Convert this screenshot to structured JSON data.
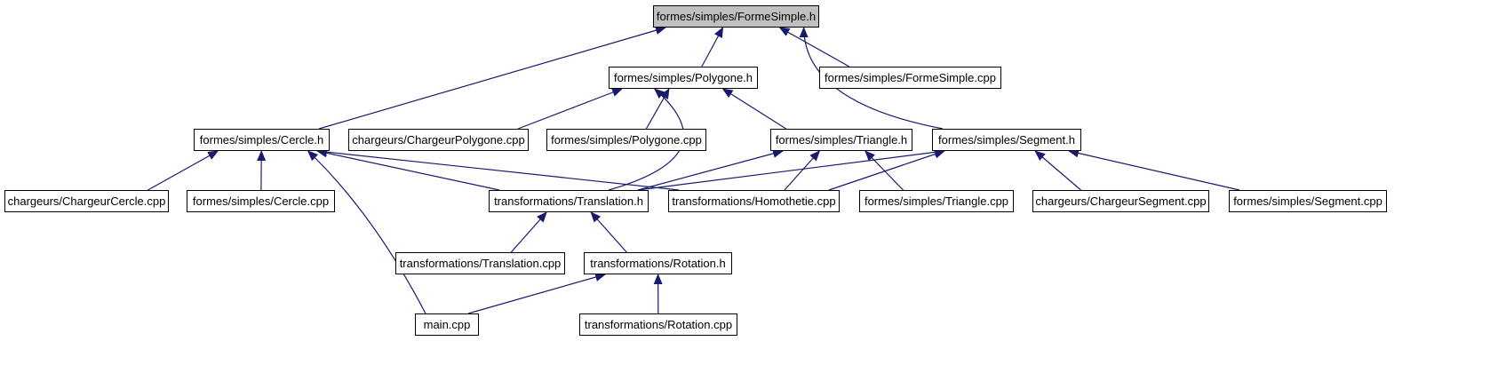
{
  "diagram": {
    "colors": {
      "edge": "#191970",
      "root_fill": "#c0c0c0",
      "node_fill": "#ffffff",
      "node_border": "#000000"
    },
    "nodes": [
      {
        "id": "formesimple_h",
        "label": "formes/simples/FormeSimple.h",
        "root": true
      },
      {
        "id": "polygone_h",
        "label": "formes/simples/Polygone.h"
      },
      {
        "id": "formesimple_cpp",
        "label": "formes/simples/FormeSimple.cpp"
      },
      {
        "id": "cercle_h",
        "label": "formes/simples/Cercle.h"
      },
      {
        "id": "chargeurpolygone_cpp",
        "label": "chargeurs/ChargeurPolygone.cpp"
      },
      {
        "id": "polygone_cpp",
        "label": "formes/simples/Polygone.cpp"
      },
      {
        "id": "triangle_h",
        "label": "formes/simples/Triangle.h"
      },
      {
        "id": "segment_h",
        "label": "formes/simples/Segment.h"
      },
      {
        "id": "chargeurcercle_cpp",
        "label": "chargeurs/ChargeurCercle.cpp"
      },
      {
        "id": "cercle_cpp",
        "label": "formes/simples/Cercle.cpp"
      },
      {
        "id": "translation_h",
        "label": "transformations/Translation.h"
      },
      {
        "id": "homothetie_cpp",
        "label": "transformations/Homothetie.cpp"
      },
      {
        "id": "triangle_cpp",
        "label": "formes/simples/Triangle.cpp"
      },
      {
        "id": "chargeursegment_cpp",
        "label": "chargeurs/ChargeurSegment.cpp"
      },
      {
        "id": "segment_cpp",
        "label": "formes/simples/Segment.cpp"
      },
      {
        "id": "translation_cpp",
        "label": "transformations/Translation.cpp"
      },
      {
        "id": "rotation_h",
        "label": "transformations/Rotation.h"
      },
      {
        "id": "main_cpp",
        "label": "main.cpp"
      },
      {
        "id": "rotation_cpp",
        "label": "transformations/Rotation.cpp"
      }
    ],
    "edges": [
      {
        "from": "polygone_h",
        "to": "formesimple_h"
      },
      {
        "from": "cercle_h",
        "to": "formesimple_h"
      },
      {
        "from": "segment_h",
        "to": "formesimple_h"
      },
      {
        "from": "formesimple_cpp",
        "to": "formesimple_h"
      },
      {
        "from": "chargeurpolygone_cpp",
        "to": "polygone_h"
      },
      {
        "from": "polygone_cpp",
        "to": "polygone_h"
      },
      {
        "from": "triangle_h",
        "to": "polygone_h"
      },
      {
        "from": "translation_h",
        "to": "polygone_h"
      },
      {
        "from": "chargeurcercle_cpp",
        "to": "cercle_h"
      },
      {
        "from": "cercle_cpp",
        "to": "cercle_h"
      },
      {
        "from": "main_cpp",
        "to": "cercle_h"
      },
      {
        "from": "translation_h",
        "to": "cercle_h"
      },
      {
        "from": "homothetie_cpp",
        "to": "cercle_h"
      },
      {
        "from": "translation_h",
        "to": "triangle_h"
      },
      {
        "from": "homothetie_cpp",
        "to": "triangle_h"
      },
      {
        "from": "triangle_cpp",
        "to": "triangle_h"
      },
      {
        "from": "translation_h",
        "to": "segment_h"
      },
      {
        "from": "homothetie_cpp",
        "to": "segment_h"
      },
      {
        "from": "chargeursegment_cpp",
        "to": "segment_h"
      },
      {
        "from": "segment_cpp",
        "to": "segment_h"
      },
      {
        "from": "translation_cpp",
        "to": "translation_h"
      },
      {
        "from": "rotation_h",
        "to": "translation_h"
      },
      {
        "from": "main_cpp",
        "to": "rotation_h"
      },
      {
        "from": "rotation_cpp",
        "to": "rotation_h"
      }
    ]
  }
}
